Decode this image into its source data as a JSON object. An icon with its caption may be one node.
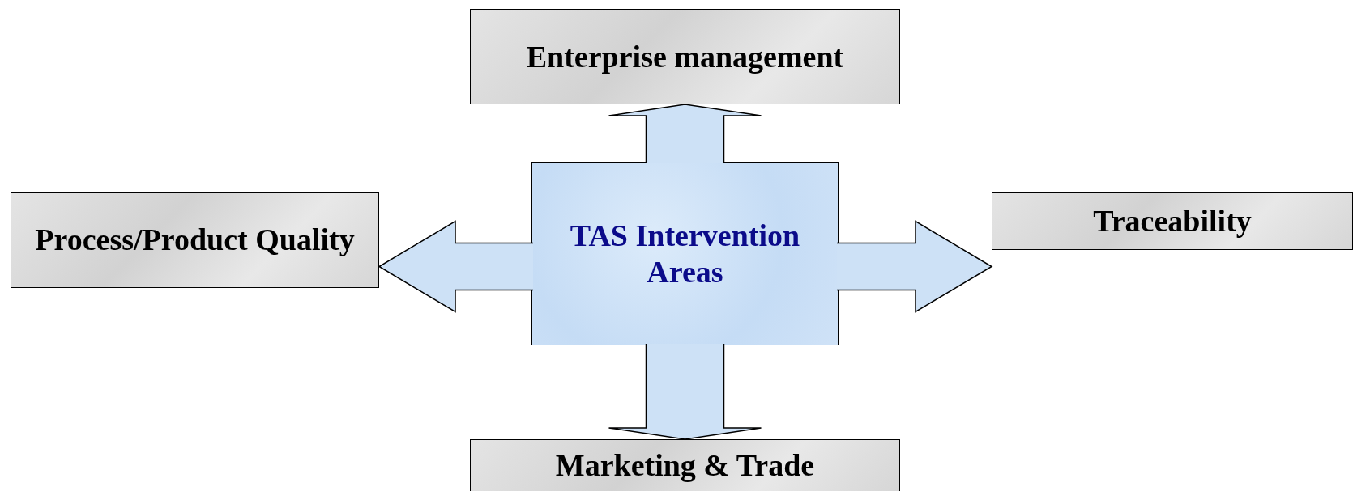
{
  "diagram": {
    "nodes": [
      {
        "text": [
          "Enterprise management"
        ]
      },
      {
        "text": [
          "Process/Product Quality"
        ]
      },
      {
        "text": [
          "TAS Intervention Areas"
        ]
      },
      {
        "text": [
          "Traceability"
        ]
      },
      {
        "text": [
          "Marketing & Trade"
        ]
      }
    ],
    "edges": [
      {
        "from": 2,
        "to": 0,
        "arrow": "to"
      },
      {
        "from": 2,
        "to": 1,
        "arrow": "to"
      },
      {
        "from": 2,
        "to": 3,
        "arrow": "to"
      },
      {
        "from": 2,
        "to": 4,
        "arrow": "to"
      }
    ]
  }
}
